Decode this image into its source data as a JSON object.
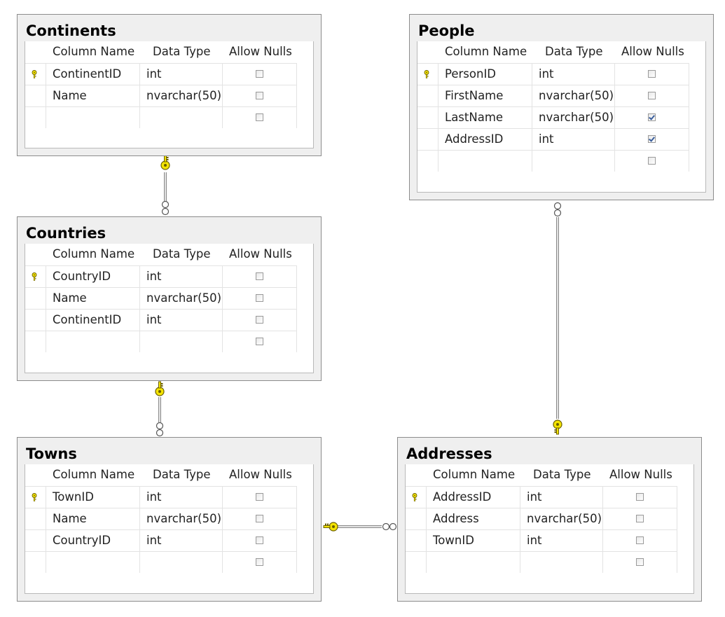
{
  "headers": {
    "column_name": "Column Name",
    "data_type": "Data Type",
    "allow_nulls": "Allow Nulls"
  },
  "tables": {
    "continents": {
      "title": "Continents",
      "rows": [
        {
          "column": "ContinentID",
          "type": "int",
          "allow_null": false,
          "primary_key": true
        },
        {
          "column": "Name",
          "type": "nvarchar(50)",
          "allow_null": false,
          "primary_key": false
        },
        {
          "column": "",
          "type": "",
          "allow_null": false,
          "primary_key": false
        }
      ]
    },
    "people": {
      "title": "People",
      "rows": [
        {
          "column": "PersonID",
          "type": "int",
          "allow_null": false,
          "primary_key": true
        },
        {
          "column": "FirstName",
          "type": "nvarchar(50)",
          "allow_null": false,
          "primary_key": false
        },
        {
          "column": "LastName",
          "type": "nvarchar(50)",
          "allow_null": true,
          "primary_key": false
        },
        {
          "column": "AddressID",
          "type": "int",
          "allow_null": true,
          "primary_key": false
        },
        {
          "column": "",
          "type": "",
          "allow_null": false,
          "primary_key": false
        }
      ]
    },
    "countries": {
      "title": "Countries",
      "rows": [
        {
          "column": "CountryID",
          "type": "int",
          "allow_null": false,
          "primary_key": true
        },
        {
          "column": "Name",
          "type": "nvarchar(50)",
          "allow_null": false,
          "primary_key": false
        },
        {
          "column": "ContinentID",
          "type": "int",
          "allow_null": false,
          "primary_key": false
        },
        {
          "column": "",
          "type": "",
          "allow_null": false,
          "primary_key": false
        }
      ]
    },
    "towns": {
      "title": "Towns",
      "rows": [
        {
          "column": "TownID",
          "type": "int",
          "allow_null": false,
          "primary_key": true
        },
        {
          "column": "Name",
          "type": "nvarchar(50)",
          "allow_null": false,
          "primary_key": false
        },
        {
          "column": "CountryID",
          "type": "int",
          "allow_null": false,
          "primary_key": false
        },
        {
          "column": "",
          "type": "",
          "allow_null": false,
          "primary_key": false
        }
      ]
    },
    "addresses": {
      "title": "Addresses",
      "rows": [
        {
          "column": "AddressID",
          "type": "int",
          "allow_null": false,
          "primary_key": true
        },
        {
          "column": "Address",
          "type": "nvarchar(50)",
          "allow_null": false,
          "primary_key": false
        },
        {
          "column": "TownID",
          "type": "int",
          "allow_null": false,
          "primary_key": false
        },
        {
          "column": "",
          "type": "",
          "allow_null": false,
          "primary_key": false
        }
      ]
    }
  },
  "relationships": [
    {
      "one": "continents",
      "many": "countries"
    },
    {
      "one": "countries",
      "many": "towns"
    },
    {
      "one": "addresses",
      "many": "people"
    },
    {
      "one": "towns",
      "many": "addresses"
    }
  ],
  "colors": {
    "key": "#f4e400",
    "panel": "#efefef",
    "border": "#8c8c8c",
    "check": "#3a5e9c"
  },
  "icons": {
    "primary_key": "key-icon",
    "relationship_one": "key-endpoint-icon",
    "relationship_many": "infinity-endpoint-icon"
  }
}
